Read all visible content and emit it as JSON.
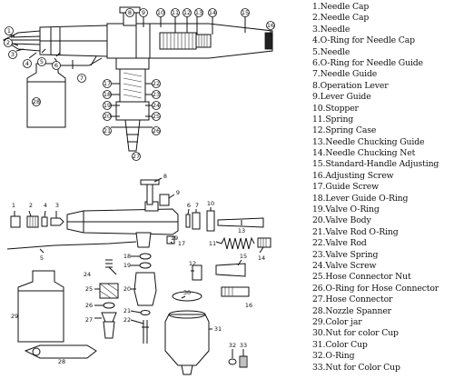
{
  "parts": [
    "1.Needle Cap",
    "2.Needle Cap",
    "3.Needle",
    "4.O-Ring for Needle Cap",
    "5.Needle",
    "6.O-Ring for Needle Guide",
    "7.Needle Guide",
    "8.Operation Lever",
    "9.Lever Guide",
    "10.Stopper",
    "11.Spring",
    "12.Spring Case",
    "13.Needle Chucking Guide",
    "14.Needle Chucking Net",
    "15.Standard-Handle Adjusting",
    "16.Adjusting Screw",
    "17.Guide Screw",
    "18.Lever Guide O-Ring",
    "19.Valve O-Ring",
    "20.Valve Body",
    "21.Valve Rod O-Ring",
    "22.Valve Rod",
    "23.Valve Spring",
    "24.Valve Screw",
    "25.Hose Connector Nut",
    "26.O-Ring for Hose Connector",
    "27.Hose Connector",
    "28.Nozzle Spanner",
    "29.Color jar",
    "30.Nut for color Cup",
    "31.Color Cup",
    "32.O-Ring",
    "33.Nut for Color Cup"
  ],
  "assembly_callouts": [
    "1",
    "2",
    "3",
    "4",
    "5",
    "6",
    "7",
    "8",
    "9",
    "10",
    "11",
    "12",
    "13",
    "14",
    "15",
    "16",
    "17",
    "18",
    "19",
    "20",
    "21",
    "22",
    "23",
    "24",
    "25",
    "26",
    "27",
    "28"
  ],
  "exploded_labels": [
    "1",
    "2",
    "4",
    "3",
    "8",
    "9",
    "6",
    "7",
    "10",
    "13",
    "19",
    "17",
    "11",
    "14",
    "15",
    "5",
    "18",
    "12",
    "24",
    "19",
    "25",
    "20",
    "29",
    "16",
    "26",
    "21",
    "27",
    "22",
    "30",
    "31",
    "28",
    "32",
    "33"
  ]
}
